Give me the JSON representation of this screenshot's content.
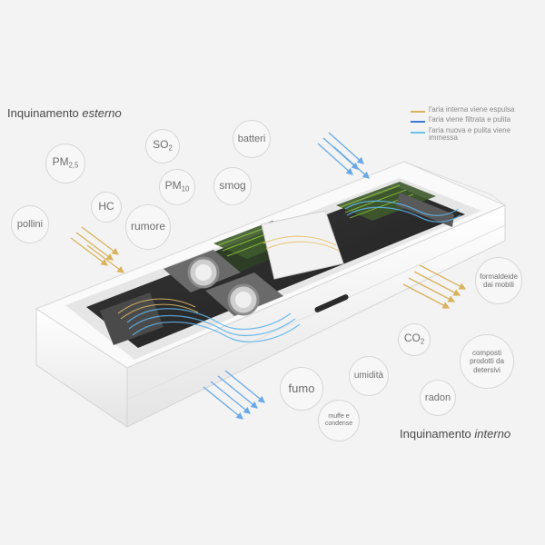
{
  "headings": {
    "external_prefix": "Inquinamento ",
    "external_emph": "esterno",
    "internal_prefix": "Inquinamento ",
    "internal_emph": "interno"
  },
  "legend": [
    {
      "text": "l'aria interna viene espulsa",
      "color": "#d9b25c"
    },
    {
      "text": "l'aria viene filtrata e pulita",
      "color": "#3d76d6"
    },
    {
      "text": "l'aria nuova e pulita viene immessa",
      "color": "#69c2ea"
    }
  ],
  "external_pollutants": {
    "pm25_base": "PM",
    "pm25_sub": "2,5",
    "so2_base": "SO",
    "so2_sub": "2",
    "batteri": "batteri",
    "pm10_base": "PM",
    "pm10_sub": "10",
    "smog": "smog",
    "hc": "HC",
    "pollini": "pollini",
    "rumore": "rumore"
  },
  "internal_pollutants": {
    "formaldeide": "formaldeide dai mobili",
    "co2_base": "CO",
    "co2_sub": "2",
    "composti": "composti prodotti da detersivi",
    "umidita": "umidità",
    "fumo": "fumo",
    "radon": "radon",
    "muffe": "muffe e condense"
  },
  "colors": {
    "exhaust": "#d9b25c",
    "filtered": "#3d76d6",
    "fresh": "#69c2ea",
    "filter_green": "#8fc23c"
  }
}
